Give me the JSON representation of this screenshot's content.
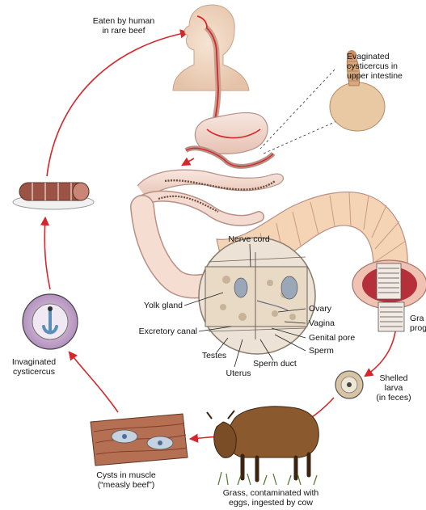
{
  "labels": {
    "eaten_by_human": "Eaten by human\nin rare beef",
    "evaginated_cysticercus": "Evaginated\ncysticercus in\nupper intestine",
    "nerve_cord": "Nerve cord",
    "yolk_gland": "Yolk gland",
    "ovary": "Ovary",
    "vagina": "Vagina",
    "excretory_canal": "Excretory canal",
    "genital_pore": "Genital pore",
    "sperm": "Sperm",
    "testes": "Testes",
    "sperm_duct": "Sperm duct",
    "uterus": "Uterus",
    "gravid_proglottid_partial": "Gra\nprog",
    "shelled_larva": "Shelled\nlarva\n(in feces)",
    "invaginated_cysticercus": "Invaginated\ncysticercus",
    "cysts_in_muscle": "Cysts in muscle\n(“measly beef”)",
    "grass_cow": "Grass, contaminated with\neggs, ingested by cow"
  },
  "colors": {
    "cycle_arrow": "#d7262b",
    "intestine": "#f2d9cf",
    "intestine_edge": "#b88f84",
    "segment": "#f3c9a2",
    "gravid_interior": "#b5303a",
    "cow": "#8a5a2e",
    "beef": "#9a5344",
    "cysticercus_bladder": "#caa4c6",
    "cysticercus_inner": "#5b8fb8"
  }
}
